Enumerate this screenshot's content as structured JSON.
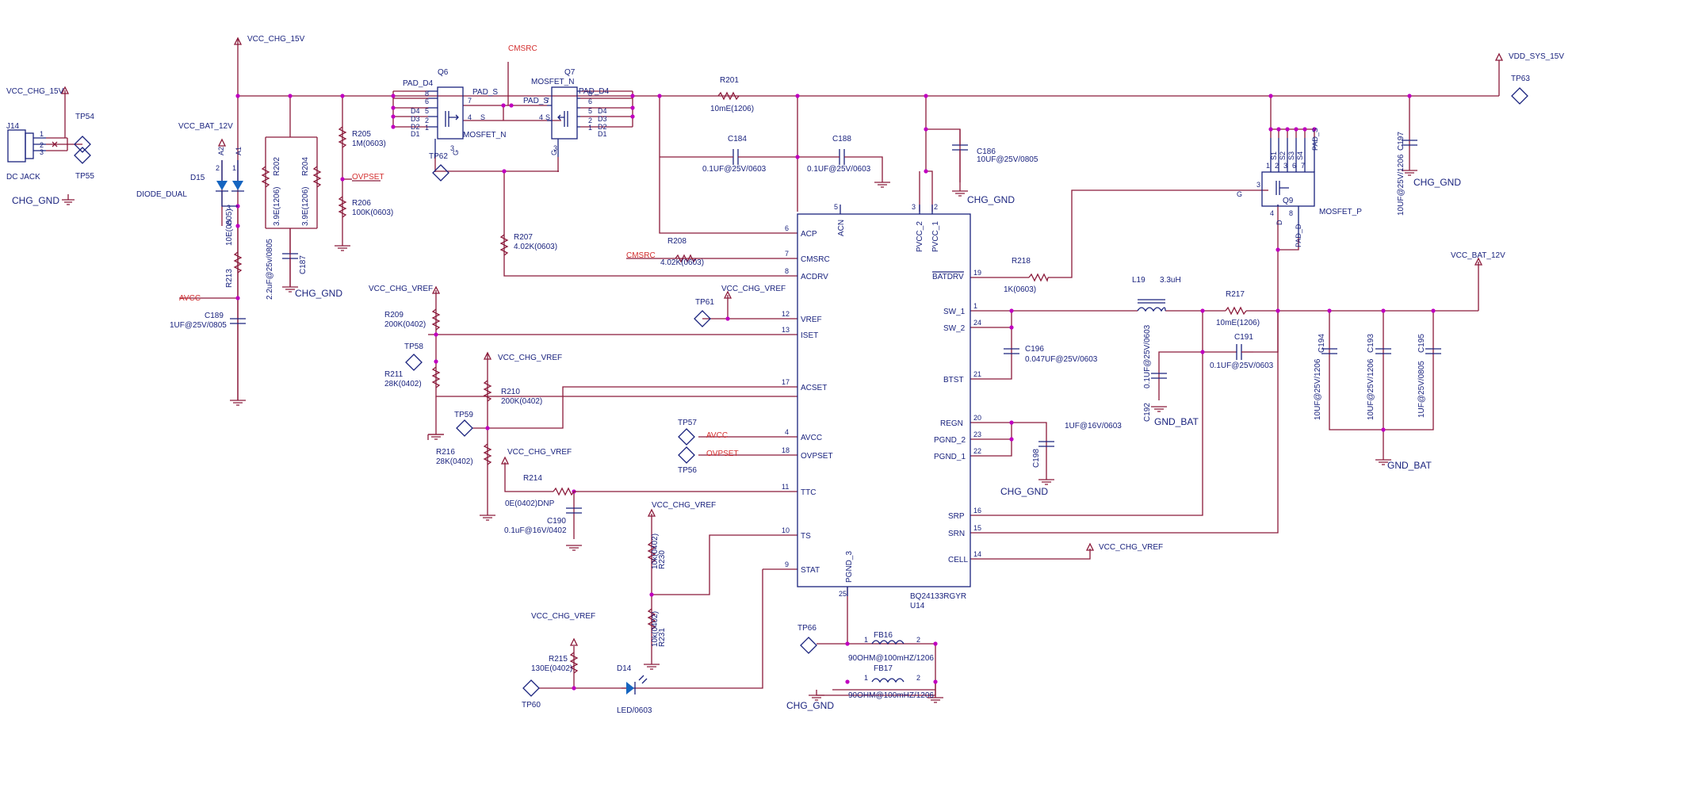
{
  "power_labels": {
    "vcc_chg_15v": "VCC_CHG_15V",
    "vcc_bat_12v": "VCC_BAT_12V",
    "vdd_sys_15v": "VDD_SYS_15V",
    "vcc_chg_vref": "VCC_CHG_VREF",
    "avcc": "AVCC",
    "ovpset": "OVPSET",
    "cmsrc": "CMSRC",
    "chg_gnd": "CHG_GND",
    "gnd_bat": "GND_BAT"
  },
  "connector": {
    "ref": "J14",
    "name": "DC JACK",
    "pins": [
      "1",
      "2",
      "3"
    ]
  },
  "test_points": {
    "tp54": "TP54",
    "tp55": "TP55",
    "tp62": "TP62",
    "tp58": "TP58",
    "tp59": "TP59",
    "tp60": "TP60",
    "tp61": "TP61",
    "tp57": "TP57",
    "tp56": "TP56",
    "tp66": "TP66",
    "tp63": "TP63"
  },
  "diode": {
    "ref": "D15",
    "name": "DIODE_DUAL",
    "pins": [
      "A2",
      "A1",
      "2",
      "1",
      "C",
      "3"
    ]
  },
  "led": {
    "ref": "D14",
    "value": "LED/0603"
  },
  "resistors": {
    "r205": {
      "ref": "R205",
      "value": "1M(0603)"
    },
    "r206": {
      "ref": "R206",
      "value": "100K(0603)"
    },
    "r202": {
      "ref": "R202",
      "value": "3.9E(1206)"
    },
    "r204": {
      "ref": "R204",
      "value": "3.9E(1206)"
    },
    "r213": {
      "ref": "R213",
      "value": "10E(0805)"
    },
    "r207": {
      "ref": "R207",
      "value": "4.02K(0603)"
    },
    "r208": {
      "ref": "R208",
      "value": "4.02K(0603)"
    },
    "r209": {
      "ref": "R209",
      "value": "200K(0402)"
    },
    "r211": {
      "ref": "R211",
      "value": "28K(0402)"
    },
    "r210": {
      "ref": "R210",
      "value": "200K(0402)"
    },
    "r216": {
      "ref": "R216",
      "value": "28K(0402)"
    },
    "r214": {
      "ref": "R214",
      "value": "0E(0402)DNP"
    },
    "r215": {
      "ref": "R215",
      "value": "130E(0402)"
    },
    "r230": {
      "ref": "R230",
      "value": "10k(0402)"
    },
    "r231": {
      "ref": "R231",
      "value": "10k(0402)"
    },
    "r201": {
      "ref": "R201",
      "value": "10mE(1206)"
    },
    "r218": {
      "ref": "R218",
      "value": "1K(0603)"
    },
    "r217": {
      "ref": "R217",
      "value": "10mE(1206)"
    }
  },
  "capacitors": {
    "c187": {
      "ref": "C187",
      "value": "2.2uF@25v/0805"
    },
    "c189": {
      "ref": "C189",
      "value": "1UF@25V/0805"
    },
    "c184": {
      "ref": "C184",
      "value": "0.1UF@25V/0603"
    },
    "c188": {
      "ref": "C188",
      "value": "0.1UF@25V/0603"
    },
    "c186": {
      "ref": "C186",
      "value": "10UF@25V/0805"
    },
    "c190": {
      "ref": "C190",
      "value": "0.1uF@16V/0402"
    },
    "c196": {
      "ref": "C196",
      "value": "0.047UF@25V/0603"
    },
    "c198": {
      "ref": "C198",
      "value": "1UF@16V/0603"
    },
    "c192": {
      "ref": "C192",
      "value": "0.1UF@25V/0603"
    },
    "c191": {
      "ref": "C191",
      "value": "0.1UF@25V/0603"
    },
    "c194": {
      "ref": "C194",
      "value": "10UF@25V/1206"
    },
    "c193": {
      "ref": "C193",
      "value": "10UF@25V/1206"
    },
    "c195": {
      "ref": "C195",
      "value": "1UF@25V/0805"
    },
    "c197": {
      "ref": "C197",
      "value": "10UF@25V/1206"
    }
  },
  "mosfets": {
    "q6": {
      "ref": "Q6",
      "name": "MOSFET_N",
      "pad_d": "PAD_D4",
      "pad_s": "PAD_S",
      "pins_d": [
        "8",
        "6",
        "5",
        "2",
        "1"
      ],
      "d_names": [
        "D4",
        "D3",
        "D2",
        "D1"
      ],
      "s_pins": [
        "7",
        "4"
      ],
      "s_name": "S",
      "g_pin": "3",
      "g_name": "G"
    },
    "q7": {
      "ref": "Q7",
      "name": "MOSFET_N",
      "pad_d": "PAD_D4",
      "pad_s": "PAD_S",
      "pins_d": [
        "8",
        "6",
        "5",
        "2",
        "1"
      ],
      "d_names": [
        "D4",
        "D3",
        "D2",
        "D1"
      ],
      "s_pins": [
        "7",
        "4"
      ],
      "s_name": "S",
      "g_pin": "3",
      "g_name": "G"
    },
    "q9": {
      "ref": "Q9",
      "name": "MOSFET_P",
      "pad_s": "PAD_S",
      "pad_d": "PAD_D",
      "s_names": [
        "S1",
        "S2",
        "S3",
        "S4"
      ],
      "s_pins": [
        "1",
        "2",
        "3",
        "6",
        "7"
      ],
      "g_pin": "3",
      "g_name": "G",
      "d_pins": [
        "4",
        "8"
      ],
      "d_name": "D"
    }
  },
  "inductor": {
    "ref": "L19",
    "value": "3.3uH"
  },
  "ferrites": {
    "fb16": {
      "ref": "FB16",
      "value": "90OHM@100mHZ/1206",
      "pins": [
        "1",
        "2"
      ]
    },
    "fb17": {
      "ref": "FB17",
      "value": "90OHM@100mHZ/1206",
      "pins": [
        "1",
        "2"
      ]
    }
  },
  "ic": {
    "ref": "U14",
    "part": "BQ24133RGYR",
    "top_pins": [
      {
        "num": "5",
        "name": "ACN"
      },
      {
        "num": "3",
        "name": "PVCC_2"
      },
      {
        "num": "2",
        "name": "PVCC_1"
      }
    ],
    "left_pins": [
      {
        "num": "6",
        "name": "ACP"
      },
      {
        "num": "7",
        "name": "CMSRC"
      },
      {
        "num": "8",
        "name": "ACDRV"
      },
      {
        "num": "12",
        "name": "VREF"
      },
      {
        "num": "13",
        "name": "ISET"
      },
      {
        "num": "17",
        "name": "ACSET"
      },
      {
        "num": "4",
        "name": "AVCC"
      },
      {
        "num": "18",
        "name": "OVPSET"
      },
      {
        "num": "11",
        "name": "TTC"
      },
      {
        "num": "10",
        "name": "TS"
      },
      {
        "num": "9",
        "name": "STAT"
      }
    ],
    "right_pins": [
      {
        "num": "19",
        "name": "BATDRV"
      },
      {
        "num": "1",
        "name": "SW_1"
      },
      {
        "num": "24",
        "name": "SW_2"
      },
      {
        "num": "21",
        "name": "BTST"
      },
      {
        "num": "20",
        "name": "REGN"
      },
      {
        "num": "23",
        "name": "PGND_2"
      },
      {
        "num": "22",
        "name": "PGND_1"
      },
      {
        "num": "16",
        "name": "SRP"
      },
      {
        "num": "15",
        "name": "SRN"
      },
      {
        "num": "14",
        "name": "CELL"
      }
    ],
    "bottom_pin": {
      "num": "25",
      "name": "PGND_3"
    }
  }
}
